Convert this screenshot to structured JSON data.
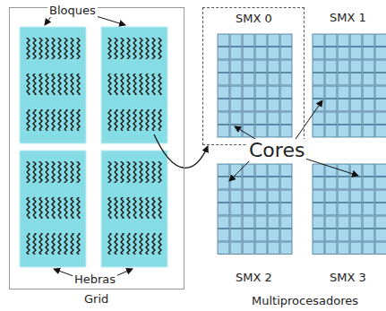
{
  "diagram": {
    "nodes": [
      {
        "text": [
          "Grid"
        ]
      },
      {
        "text": [
          "SMX 0"
        ]
      },
      {
        "text": [
          "SMX 1"
        ]
      },
      {
        "text": [
          "SMX 2"
        ]
      },
      {
        "text": [
          "SMX 3"
        ]
      }
    ],
    "labels": [
      "Bloques",
      "Hebras",
      "Cores",
      "Multiprocesadores"
    ]
  }
}
